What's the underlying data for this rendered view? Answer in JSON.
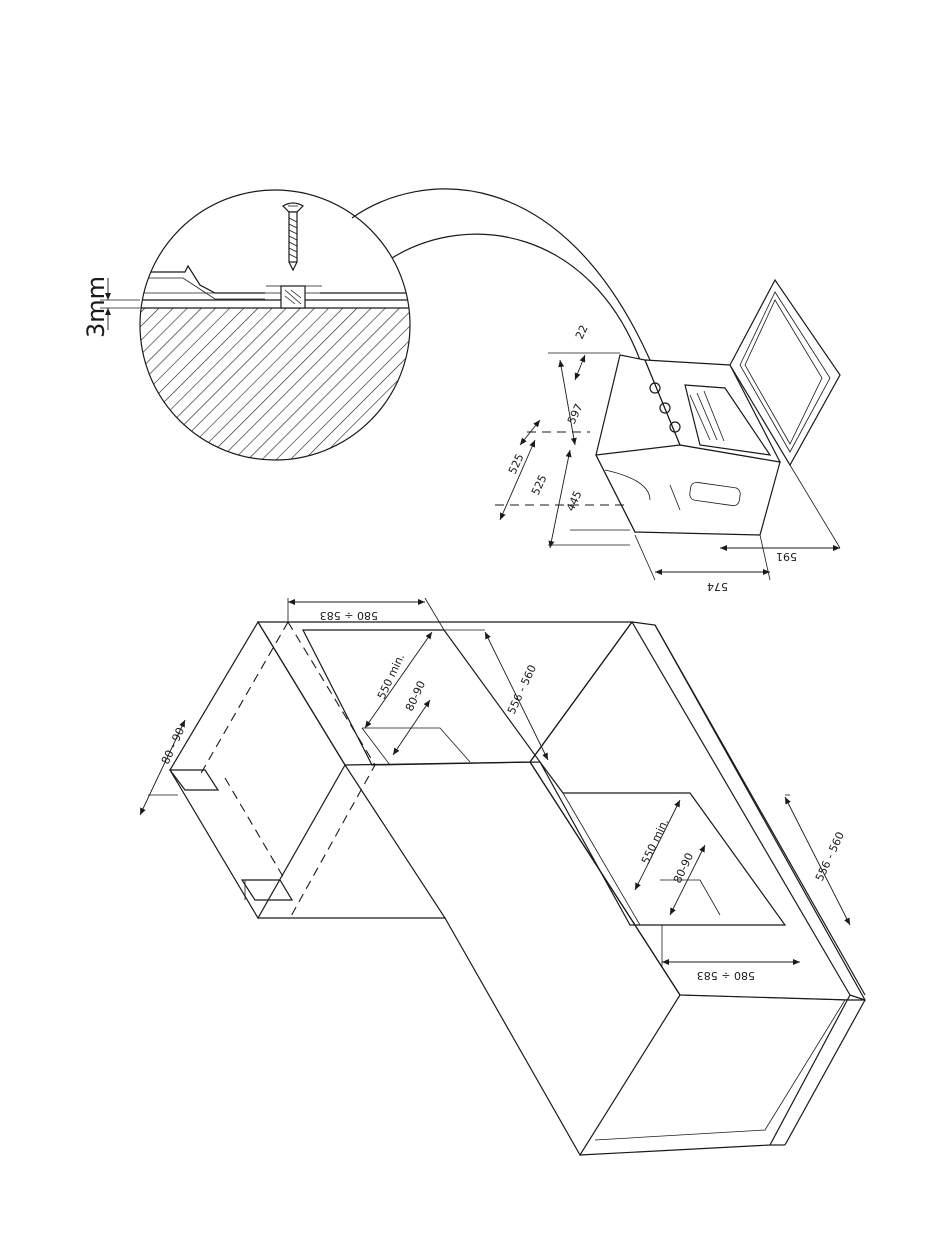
{
  "diagram": {
    "detail": {
      "gap_label": "3mm"
    },
    "oven": {
      "dims": [
        "22",
        "597",
        "525",
        "525",
        "445",
        "574",
        "591"
      ]
    },
    "cabinet": {
      "upper": {
        "width": "580 ÷ 583",
        "depth": "556 - 560",
        "min_depth": "550 min.",
        "vent": "80-90",
        "back_gap": "80 - 90"
      },
      "lower": {
        "width": "580 ÷ 583",
        "depth": "556 - 560",
        "min_depth": "550 min.",
        "vent": "80-90"
      }
    }
  }
}
